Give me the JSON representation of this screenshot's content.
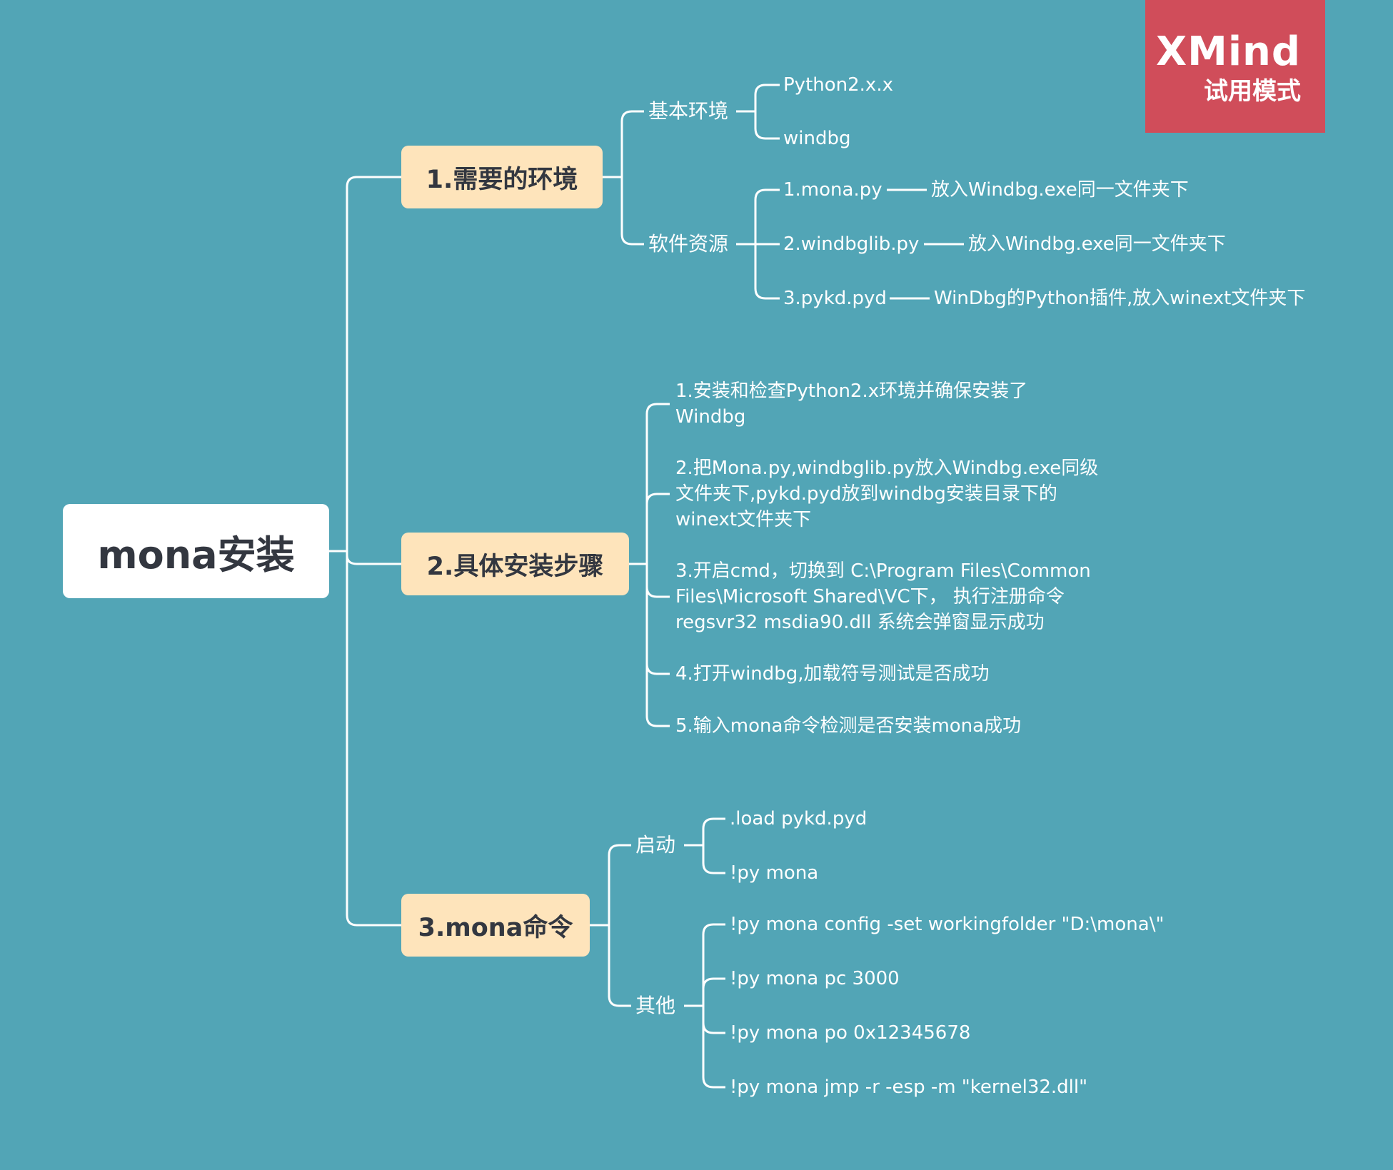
{
  "watermark": {
    "brand": "XMind",
    "mode": "试用模式"
  },
  "root": {
    "label": "mona安装"
  },
  "branches": [
    {
      "label": "1.需要的环境",
      "children": [
        {
          "label": "基本环境",
          "leaves": [
            "Python2.x.x",
            "windbg"
          ]
        },
        {
          "label": "软件资源",
          "leaves": [
            {
              "label": "1.mona.py",
              "note": "放入Windbg.exe同一文件夹下"
            },
            {
              "label": "2.windbglib.py",
              "note": "放入Windbg.exe同一文件夹下"
            },
            {
              "label": "3.pykd.pyd",
              "note": "WinDbg的Python插件,放入winext文件夹下"
            }
          ]
        }
      ]
    },
    {
      "label": "2.具体安装步骤",
      "steps": [
        {
          "lines": [
            "1.安装和检查Python2.x环境并确保安装了",
            "Windbg"
          ]
        },
        {
          "lines": [
            "2.把Mona.py,windbglib.py放入Windbg.exe同级",
            "文件夹下,pykd.pyd放到windbg安装目录下的",
            "winext文件夹下"
          ]
        },
        {
          "lines": [
            "3.开启cmd，切换到 C:\\Program Files\\Common",
            "Files\\Microsoft Shared\\VC下， 执行注册命令",
            " regsvr32 msdia90.dll 系统会弹窗显示成功"
          ]
        },
        {
          "lines": [
            "4.打开windbg,加载符号测试是否成功"
          ]
        },
        {
          "lines": [
            "5.输入mona命令检测是否安装mona成功"
          ]
        }
      ]
    },
    {
      "label": "3.mona命令",
      "children": [
        {
          "label": "启动",
          "leaves": [
            ".load pykd.pyd",
            "!py mona"
          ]
        },
        {
          "label": "其他",
          "leaves": [
            "!py mona config -set workingfolder \"D:\\mona\\\"",
            "!py mona pc 3000",
            "!py mona po 0x12345678",
            "!py mona jmp -r -esp -m \"kernel32.dll\""
          ]
        }
      ]
    }
  ]
}
